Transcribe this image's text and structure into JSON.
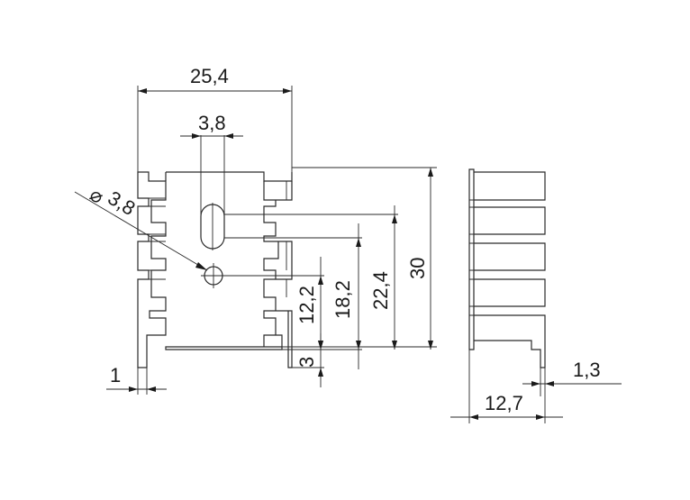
{
  "dimensions": {
    "overall_width": "25,4",
    "slot_width": "3,8",
    "hole_diameter_symbol": "⌀",
    "hole_diameter": "3,8",
    "pin_width": "1",
    "height_12_2": "12,2",
    "height_18_2": "18,2",
    "height_22_4": "22,4",
    "height_30": "30",
    "offset_3": "3",
    "side_thickness": "1,3",
    "side_depth": "12,7"
  },
  "colors": {
    "line": "#2a2a2a",
    "background": "#ffffff"
  }
}
